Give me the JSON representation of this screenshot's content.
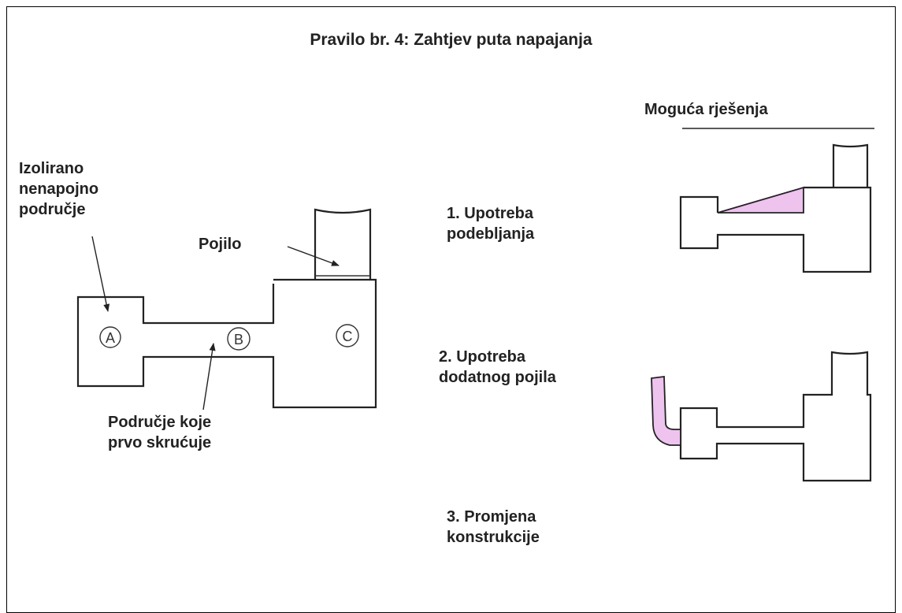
{
  "title": "Pravilo br. 4: Zahtjev puta napajanja",
  "solutions_heading": "Moguća rješenja",
  "labels": {
    "isolated_area": "Izolirano\nnenapojno\npodručje",
    "feeder": "Pojilo",
    "first_solidifying": "Područje koje\nprvo skrućuje"
  },
  "zones": [
    "A",
    "B",
    "C"
  ],
  "options": [
    {
      "text": "1. Upotreba\n   podebljanja"
    },
    {
      "text": "2. Upotreba\ndodatnog pojila"
    },
    {
      "text": "3. Promjena\nkonstrukcije"
    }
  ],
  "colors": {
    "highlight_fill": "#eec3ee",
    "outline": "#222222"
  }
}
